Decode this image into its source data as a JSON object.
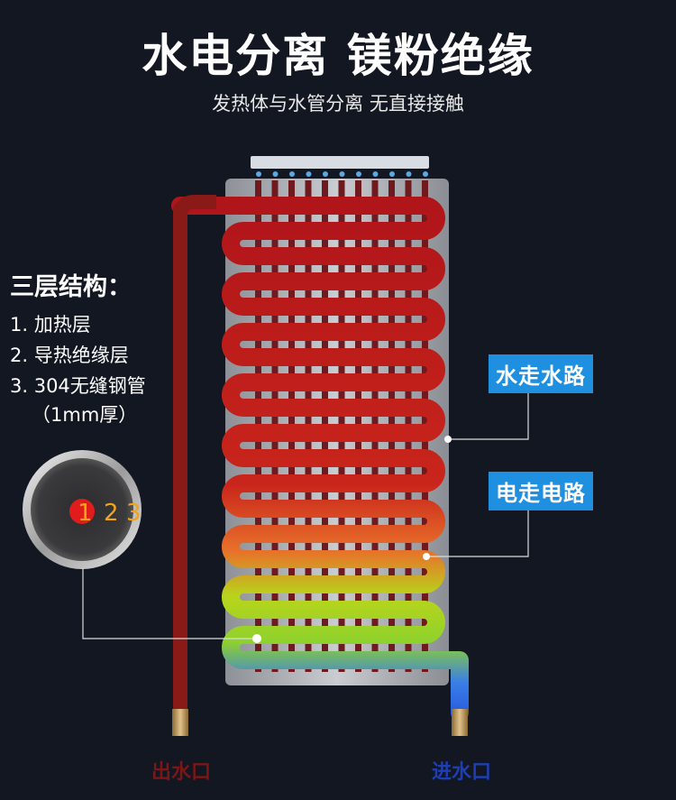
{
  "header": {
    "title": "水电分离 镁粉绝缘",
    "subtitle": "发热体与水管分离 无直接接触"
  },
  "layers": {
    "heading": "三层结构：",
    "items": [
      "1. 加热层",
      "2. 导热绝缘层",
      "3. 304无缝钢管"
    ],
    "note": "（1mm厚）"
  },
  "cross_section": {
    "labels": [
      "1",
      "2",
      "3"
    ],
    "label_color": "#f3a416",
    "highlight_color": "#e11c1c"
  },
  "callouts": {
    "water_path": "水走水路",
    "electric_path": "电走电路"
  },
  "ports": {
    "outlet": "出水口",
    "inlet": "进水口"
  },
  "colors": {
    "callout_bg": "#1f8fe0",
    "outlet_color": "#7b1717",
    "inlet_color": "#1d3fb3"
  }
}
